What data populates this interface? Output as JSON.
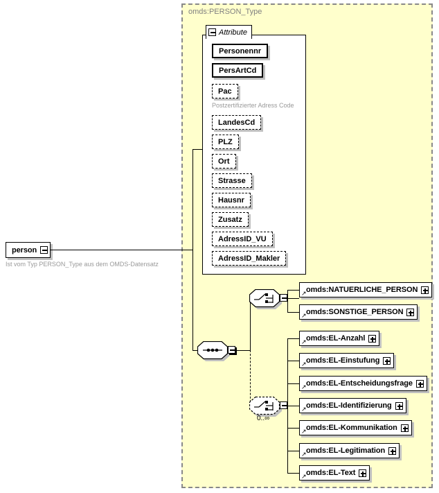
{
  "diagram": {
    "type": "xml-schema-diagram",
    "type_panel_title": "omds:PERSON_Type",
    "root_element": {
      "name": "person",
      "annotation": "Ist vom Typ PERSON_Type aus dem OMDS-Datensatz",
      "toggle": "minus"
    },
    "attribute_section": {
      "label": "Attribute",
      "toggle": "minus",
      "attributes": [
        {
          "name": "Personennr",
          "required": true
        },
        {
          "name": "PersArtCd",
          "required": true
        },
        {
          "name": "Pac",
          "required": false,
          "annotation": "Postzertifizierter Adress Code"
        },
        {
          "name": "LandesCd",
          "required": false
        },
        {
          "name": "PLZ",
          "required": false
        },
        {
          "name": "Ort",
          "required": false
        },
        {
          "name": "Strasse",
          "required": false
        },
        {
          "name": "Hausnr",
          "required": false
        },
        {
          "name": "Zusatz",
          "required": false
        },
        {
          "name": "AdressID_VU",
          "required": false
        },
        {
          "name": "AdressID_Makler",
          "required": false
        }
      ]
    },
    "compositors": [
      {
        "id": "sequence",
        "kind": "sequence",
        "optional": false,
        "toggle": "minus",
        "cardinality": ""
      },
      {
        "id": "choice-1",
        "kind": "choice",
        "optional": false,
        "toggle": "minus",
        "cardinality": "",
        "children": [
          {
            "name": "omds:NATUERLICHE_PERSON",
            "toggle": "plus"
          },
          {
            "name": "omds:SONSTIGE_PERSON",
            "toggle": "plus"
          }
        ]
      },
      {
        "id": "choice-2",
        "kind": "choice",
        "optional": true,
        "toggle": "minus",
        "cardinality": "0..∞",
        "children": [
          {
            "name": "omds:EL-Anzahl",
            "toggle": "plus"
          },
          {
            "name": "omds:EL-Einstufung",
            "toggle": "plus"
          },
          {
            "name": "omds:EL-Entscheidungsfrage",
            "toggle": "plus"
          },
          {
            "name": "omds:EL-Identifizierung",
            "toggle": "plus"
          },
          {
            "name": "omds:EL-Kommunikation",
            "toggle": "plus"
          },
          {
            "name": "omds:EL-Legitimation",
            "toggle": "plus"
          },
          {
            "name": "omds:EL-Text",
            "toggle": "plus"
          }
        ]
      }
    ],
    "colors": {
      "panel_background": "#ffffcc",
      "panel_border": "#888888",
      "box_background": "#ffffff",
      "line": "#000000",
      "annotation_text": "#999999",
      "title_text": "#808080",
      "shadow": "#c0c0c0"
    }
  }
}
